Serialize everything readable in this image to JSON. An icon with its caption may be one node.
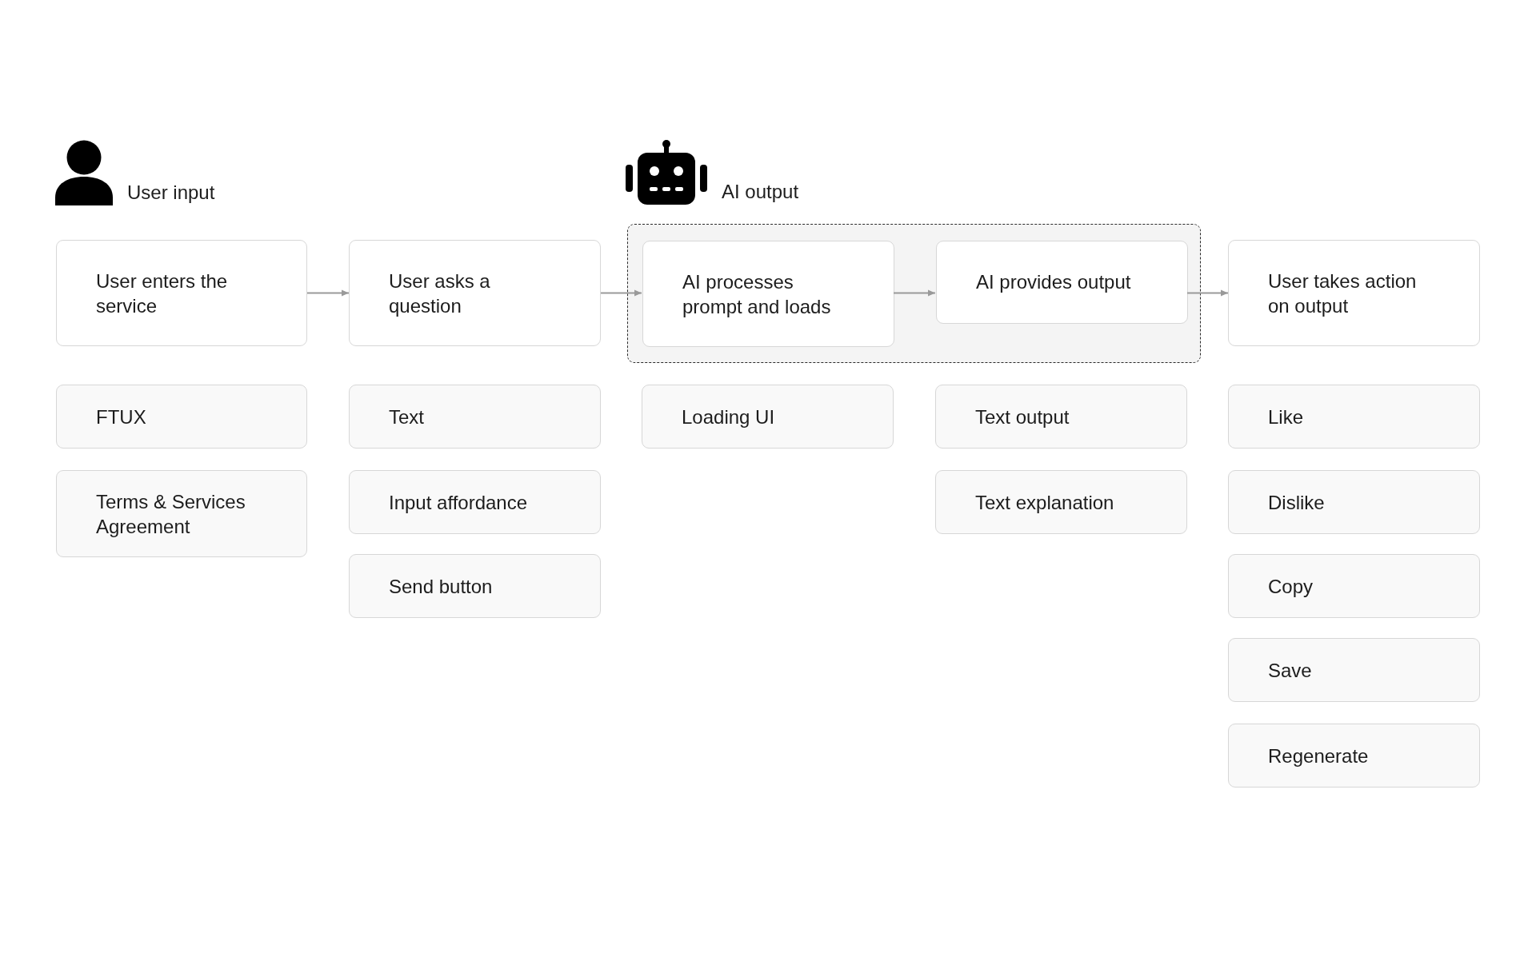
{
  "diagram": {
    "nodes": [
      {
        "text": [
          "User enters the service"
        ]
      },
      {
        "text": [
          "User asks a question"
        ]
      },
      {
        "text": [],
        "shape": "box"
      },
      {
        "text": [
          "AI processes prompt and loads"
        ],
        "in": 2
      },
      {
        "text": [
          "AI provides output"
        ],
        "in": 2
      },
      {
        "text": [
          "User takes action on output"
        ]
      },
      {
        "text": [
          "FTUX"
        ]
      },
      {
        "text": [
          "Text"
        ]
      },
      {
        "text": [
          "Loading UI"
        ]
      },
      {
        "text": [
          "Text output"
        ]
      },
      {
        "text": [
          "Like"
        ]
      },
      {
        "text": [
          "Terms & Services Agreement"
        ]
      },
      {
        "text": [
          "Input affordance"
        ]
      },
      {
        "text": [
          "Text explanation"
        ]
      },
      {
        "text": [
          "Dislike"
        ]
      },
      {
        "text": [
          "Send button"
        ]
      },
      {
        "text": [
          "Copy"
        ]
      },
      {
        "text": [
          "Save"
        ]
      },
      {
        "text": [
          "Regenerate"
        ]
      }
    ],
    "edges": [
      {
        "from": 0,
        "to": 1,
        "arrow": "to"
      },
      {
        "from": 1,
        "to": 3,
        "arrow": "to"
      },
      {
        "from": 3,
        "to": 4,
        "arrow": "to"
      },
      {
        "from": 4,
        "to": 5,
        "arrow": "to"
      }
    ],
    "labels": [
      "User input",
      "AI output"
    ]
  }
}
